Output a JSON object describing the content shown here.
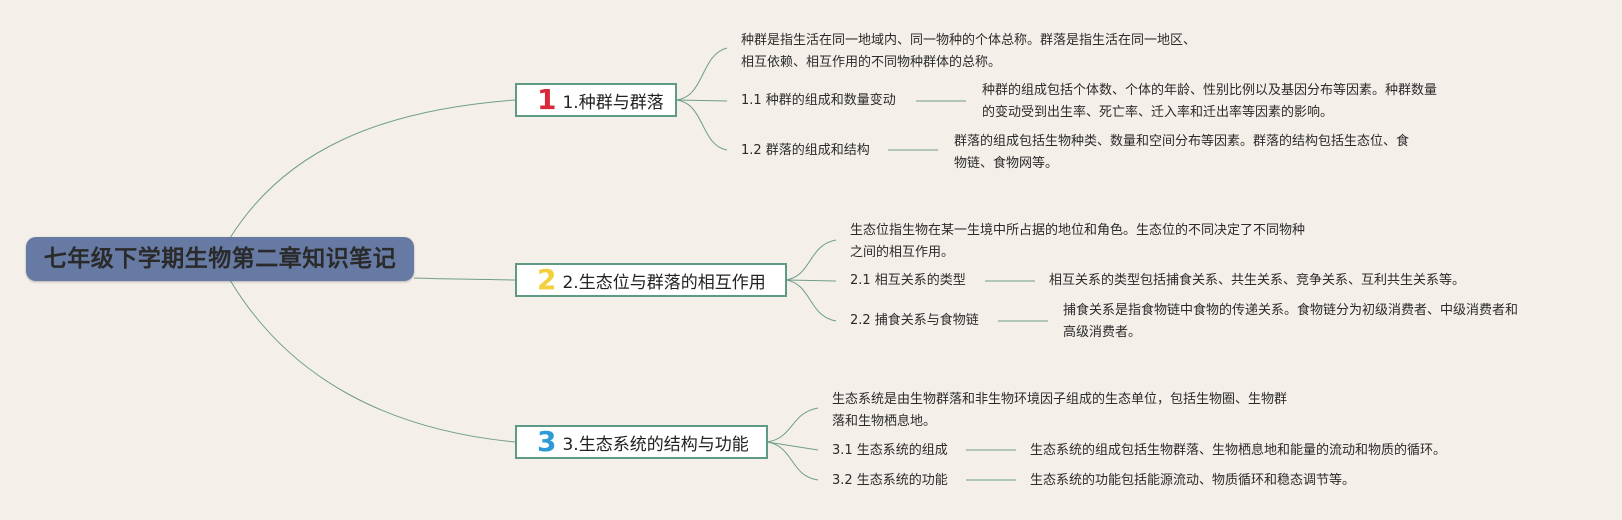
{
  "root": {
    "title": "七年级下学期生物第二章知识笔记"
  },
  "branches": [
    {
      "number": "1",
      "number_color": "#d8283c",
      "label": "1.种群与群落",
      "intro": "种群是指生活在同一地域内、同一物种的个体总称。群落是指生活在同一地区、\n相互依赖、相互作用的不同物种群体的总称。",
      "subs": [
        {
          "label": "1.1 种群的组成和数量变动",
          "detail": "种群的组成包括个体数、个体的年龄、性别比例以及基因分布等因素。种群数量\n的变动受到出生率、死亡率、迁入率和迁出率等因素的影响。"
        },
        {
          "label": "1.2 群落的组成和结构",
          "detail": "群落的组成包括生物种类、数量和空间分布等因素。群落的结构包括生态位、食\n物链、食物网等。"
        }
      ]
    },
    {
      "number": "2",
      "number_color": "#f2cf3c",
      "label": "2.生态位与群落的相互作用",
      "intro": "生态位指生物在某一生境中所占据的地位和角色。生态位的不同决定了不同物种\n之间的相互作用。",
      "subs": [
        {
          "label": "2.1 相互关系的类型",
          "detail": "相互关系的类型包括捕食关系、共生关系、竞争关系、互利共生关系等。"
        },
        {
          "label": "2.2 捕食关系与食物链",
          "detail": "捕食关系是指食物链中食物的传递关系。食物链分为初级消费者、中级消费者和\n高级消费者。"
        }
      ]
    },
    {
      "number": "3",
      "number_color": "#2e9bd6",
      "label": "3.生态系统的结构与功能",
      "intro": "生态系统是由生物群落和非生物环境因子组成的生态单位，包括生物圈、生物群\n落和生物栖息地。",
      "subs": [
        {
          "label": "3.1 生态系统的组成",
          "detail": "生态系统的组成包括生物群落、生物栖息地和能量的流动和物质的循环。"
        },
        {
          "label": "3.2 生态系统的功能",
          "detail": "生态系统的功能包括能源流动、物质循环和稳态调节等。"
        }
      ]
    }
  ],
  "colors": {
    "background": "#f4efe9",
    "root_fill": "#677aa4",
    "connector": "#6f9e88",
    "branch_border": "#5e9a86"
  }
}
